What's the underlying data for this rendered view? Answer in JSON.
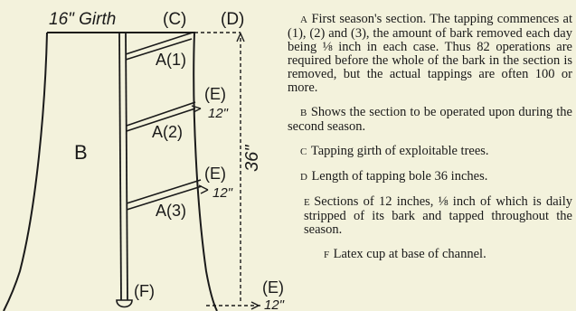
{
  "figure": {
    "girth_label": "16\" Girth",
    "label_c": "(C)",
    "label_d": "(D)",
    "label_b": "B",
    "label_a1": "A(1)",
    "label_a2": "A(2)",
    "label_a3": "A(3)",
    "label_e_top": "(E)",
    "label_e_top_len": "12\"",
    "label_e_mid": "(E)",
    "label_e_mid_len": "12\"",
    "label_e_bottom": "(E)",
    "label_e_bottom_len": "12\"",
    "label_f": "(F)",
    "bole_length": "36\""
  },
  "legend": {
    "a_key": "A",
    "a_text": "First season's section. The tapping commences at (1), (2) and (3), the amount of bark removed each day being ⅛ inch in each case. Thus 82 operations are required before the whole of the bark in the section is removed, but the actual tappings are often 100 or more.",
    "b_key": "B",
    "b_text": "Shows the section to be operated upon during the second season.",
    "c_key": "C",
    "c_text": "Tapping girth of exploitable trees.",
    "d_key": "D",
    "d_text": "Length of tapping bole 36 inches.",
    "e_key": "E",
    "e_text": "Sections of 12 inches, ⅛ inch of which is daily stripped of its bark and tapped throughout the season.",
    "f_key": "F",
    "f_text": "Latex cup at base of channel."
  }
}
